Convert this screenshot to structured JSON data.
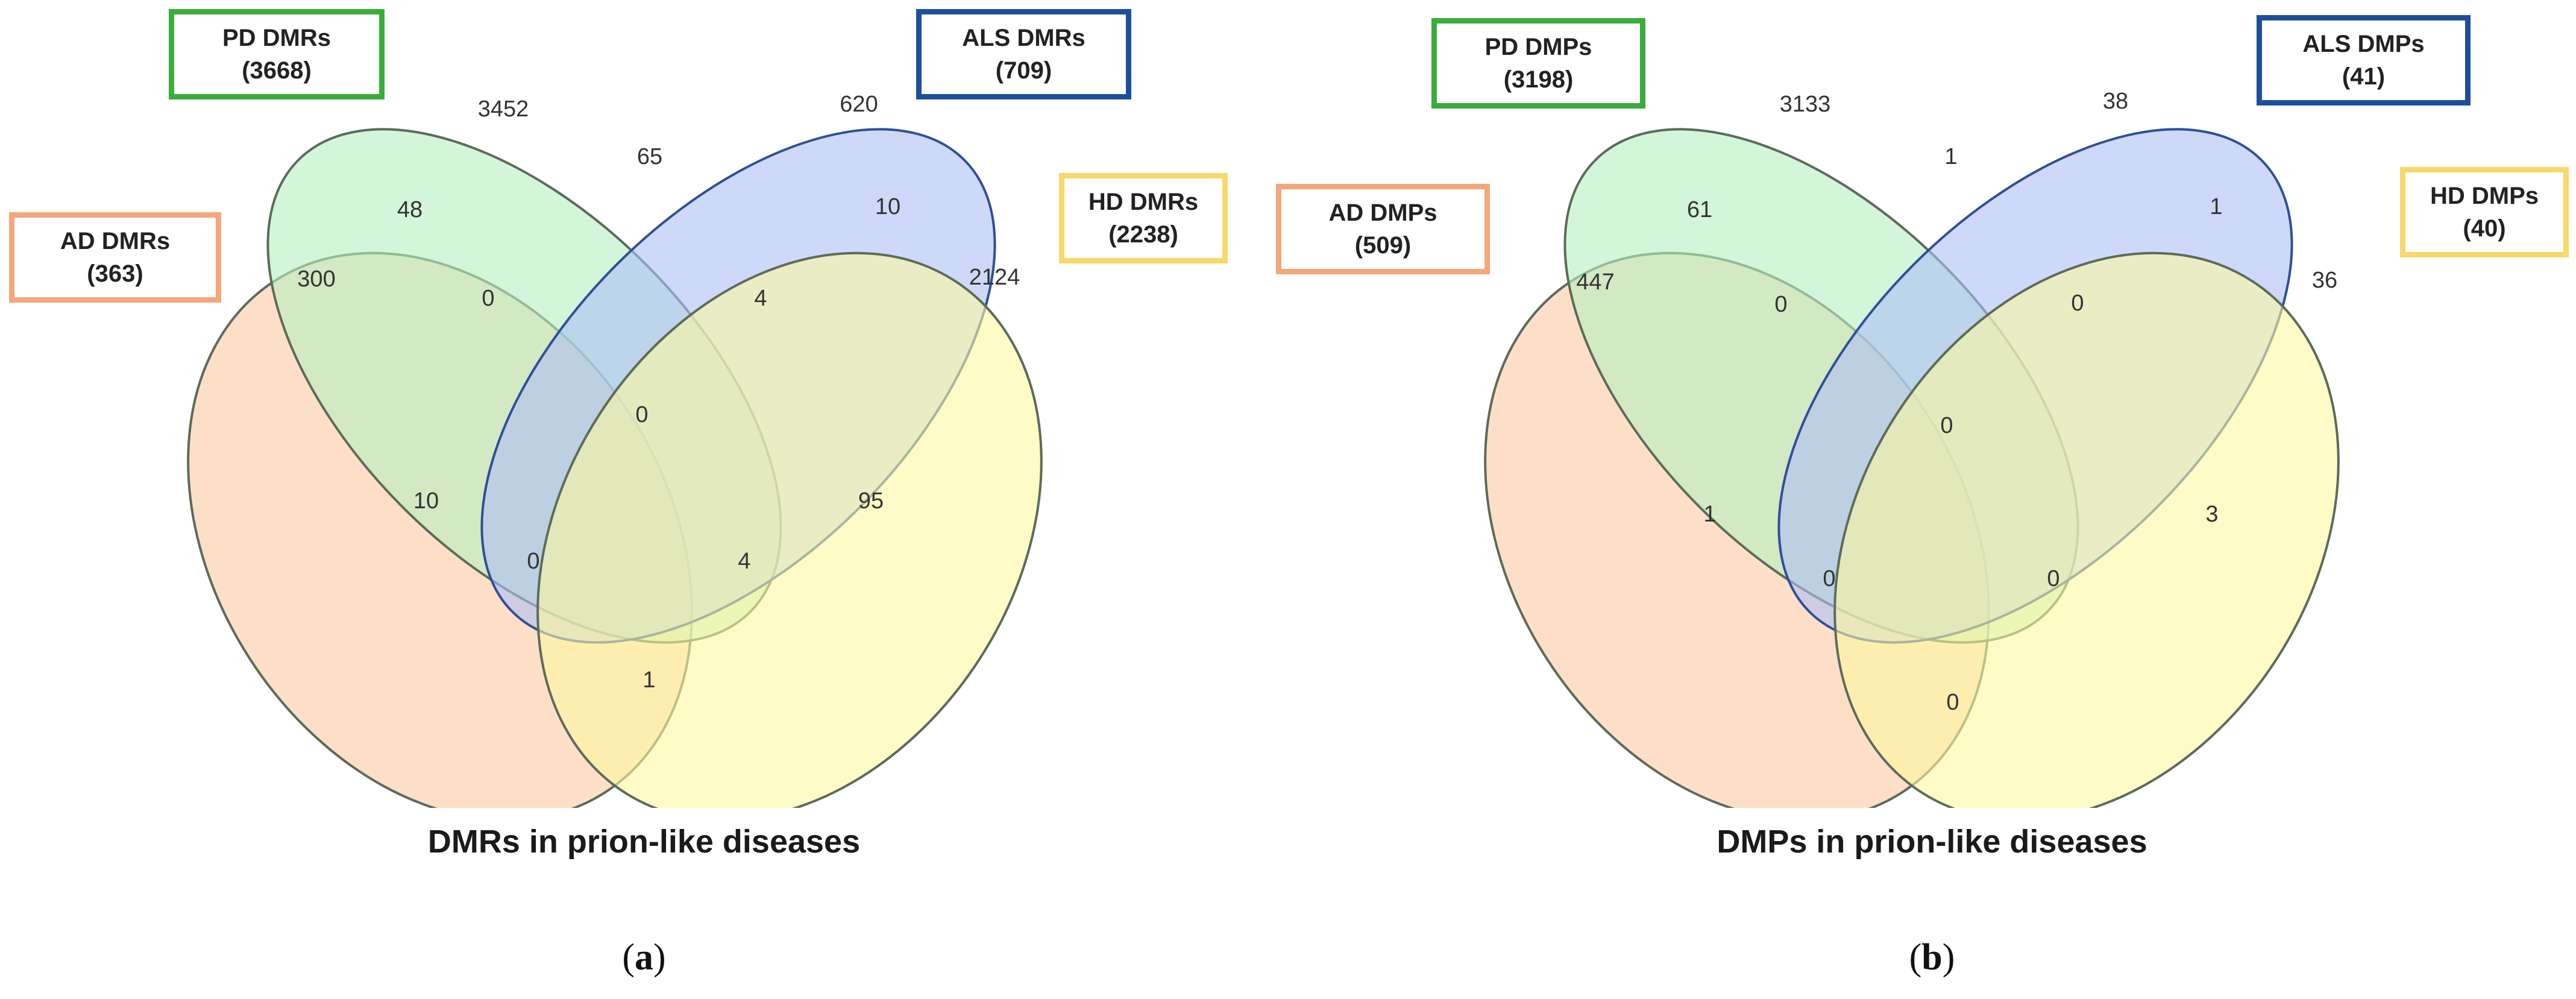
{
  "panels": [
    {
      "letter": "a",
      "subtitle": "DMRs in prion-like diseases",
      "sets": {
        "pd": {
          "name": "PD DMRs",
          "total": "(3668)",
          "color": "#3aad3a",
          "fill": "#b6f0c2"
        },
        "als": {
          "name": "ALS DMRs",
          "total": "(709)",
          "color": "#1d4f9a",
          "fill": "#aebff5"
        },
        "ad": {
          "name": "AD DMRs",
          "total": "(363)",
          "color": "#f4a77a",
          "fill": "#fcc9a3"
        },
        "hd": {
          "name": "HD DMRs",
          "total": "(2238)",
          "color": "#f6d96a",
          "fill": "#fdf8a0"
        }
      },
      "regions": {
        "ad_only": "300",
        "pd_only": "3452",
        "als_only": "620",
        "hd_only": "2124",
        "ad_pd": "48",
        "pd_als": "65",
        "als_hd": "10",
        "ad_als": "10",
        "pd_hd": "95",
        "ad_hd": "1",
        "ad_pd_als": "0",
        "pd_als_hd": "4",
        "ad_als_hd": "0",
        "ad_pd_hd": "4",
        "all_four": "0"
      }
    },
    {
      "letter": "b",
      "subtitle": "DMPs in prion-like diseases",
      "sets": {
        "pd": {
          "name": "PD DMPs",
          "total": "(3198)",
          "color": "#3aad3a",
          "fill": "#b6f0c2"
        },
        "als": {
          "name": "ALS DMPs",
          "total": "(41)",
          "color": "#1d4f9a",
          "fill": "#aebff5"
        },
        "ad": {
          "name": "AD DMPs",
          "total": "(509)",
          "color": "#f4a77a",
          "fill": "#fcc9a3"
        },
        "hd": {
          "name": "HD DMPs",
          "total": "(40)",
          "color": "#f6d96a",
          "fill": "#fdf8a0"
        }
      },
      "regions": {
        "ad_only": "447",
        "pd_only": "3133",
        "als_only": "38",
        "hd_only": "36",
        "ad_pd": "61",
        "pd_als": "1",
        "als_hd": "1",
        "ad_als": "1",
        "pd_hd": "3",
        "ad_hd": "0",
        "ad_pd_als": "0",
        "pd_als_hd": "0",
        "ad_als_hd": "0",
        "ad_pd_hd": "0",
        "all_four": "0"
      }
    }
  ]
}
